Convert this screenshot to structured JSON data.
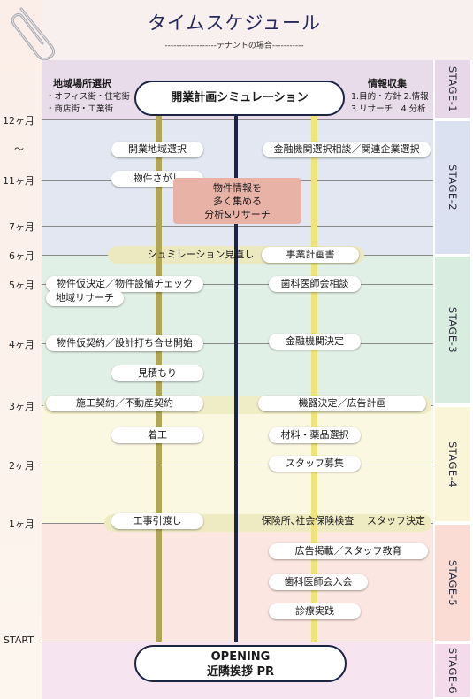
{
  "header": {
    "title": "タイムスケジュール",
    "subtitle": "------------------テナントの場合-----------"
  },
  "stage1": {
    "left_title": "地域場所選択",
    "left_item_1": "・オフィス街・住宅街",
    "left_item_2": "・商店街・工業街",
    "center": "開業計画シミュレーション",
    "right_title": "情報収集",
    "right_item_1": "1.目的・方針 2.情報",
    "right_item_2": "3.リサーチ　4.分析"
  },
  "stages": [
    "STAGE-1",
    "STAGE-2",
    "STAGE-3",
    "STAGE-4",
    "STAGE-5",
    "STAGE-6"
  ],
  "months": {
    "m12": "12ヶ月",
    "tilde": "～",
    "m11": "11ヶ月",
    "m7": "7ヶ月",
    "m6": "6ヶ月",
    "m5": "5ヶ月",
    "m4": "4ヶ月",
    "m3": "3ヶ月",
    "m2": "2ヶ月",
    "m1": "1ヶ月",
    "start": "START"
  },
  "tasks": {
    "chiiki_sentaku": "開業地域選択",
    "kinyu_sodan": "金融機関選択相談／関連企業選択",
    "bukken_sagashi": "物件さがし",
    "research_box": [
      "物件情報を",
      "多く集める",
      "分析&リサーチ"
    ],
    "simulation_minaoshi": "シュミレーション見直し",
    "jigyo_keikaku": "事業計画書",
    "kari_kettei": "物件仮決定／物件設備チェック",
    "chiiki_research": "地域リサーチ",
    "shika_sodan": "歯科医師会相談",
    "kari_keiyaku": "物件仮契約／設計打ち合せ開始",
    "kinyu_kettei": "金融機関決定",
    "mitsumori": "見積もり",
    "seko_keiyaku": "施工契約／不動産契約",
    "kiki_kettei": "機器決定／広告計画",
    "chakko": "着工",
    "zairyo": "材料・薬品選択",
    "staff_boshu": "スタッフ募集",
    "hikiwatashi": "工事引渡し",
    "hoken_kensa": "保険所､社会保険検査",
    "staff_kettei": "スタッフ決定",
    "kokoku": "広告掲載／スタッフ教育",
    "nyukai": "歯科医師会入会",
    "shinryo": "診療実践"
  },
  "opening": {
    "line1": "OPENING",
    "line2": "近隣挨拶 PR"
  },
  "colors": {
    "stage1": "#e9dcea",
    "stage2": "#e2e7f2",
    "stage3": "#e1f0e6",
    "stage4": "#fbf8e2",
    "stage5": "#fbe6e1",
    "stage6": "#f7e4f1",
    "line_olive": "#b0a656",
    "line_navy": "#1d2545",
    "line_yellow": "#eee47a",
    "research_box": "#e8b2a6"
  }
}
